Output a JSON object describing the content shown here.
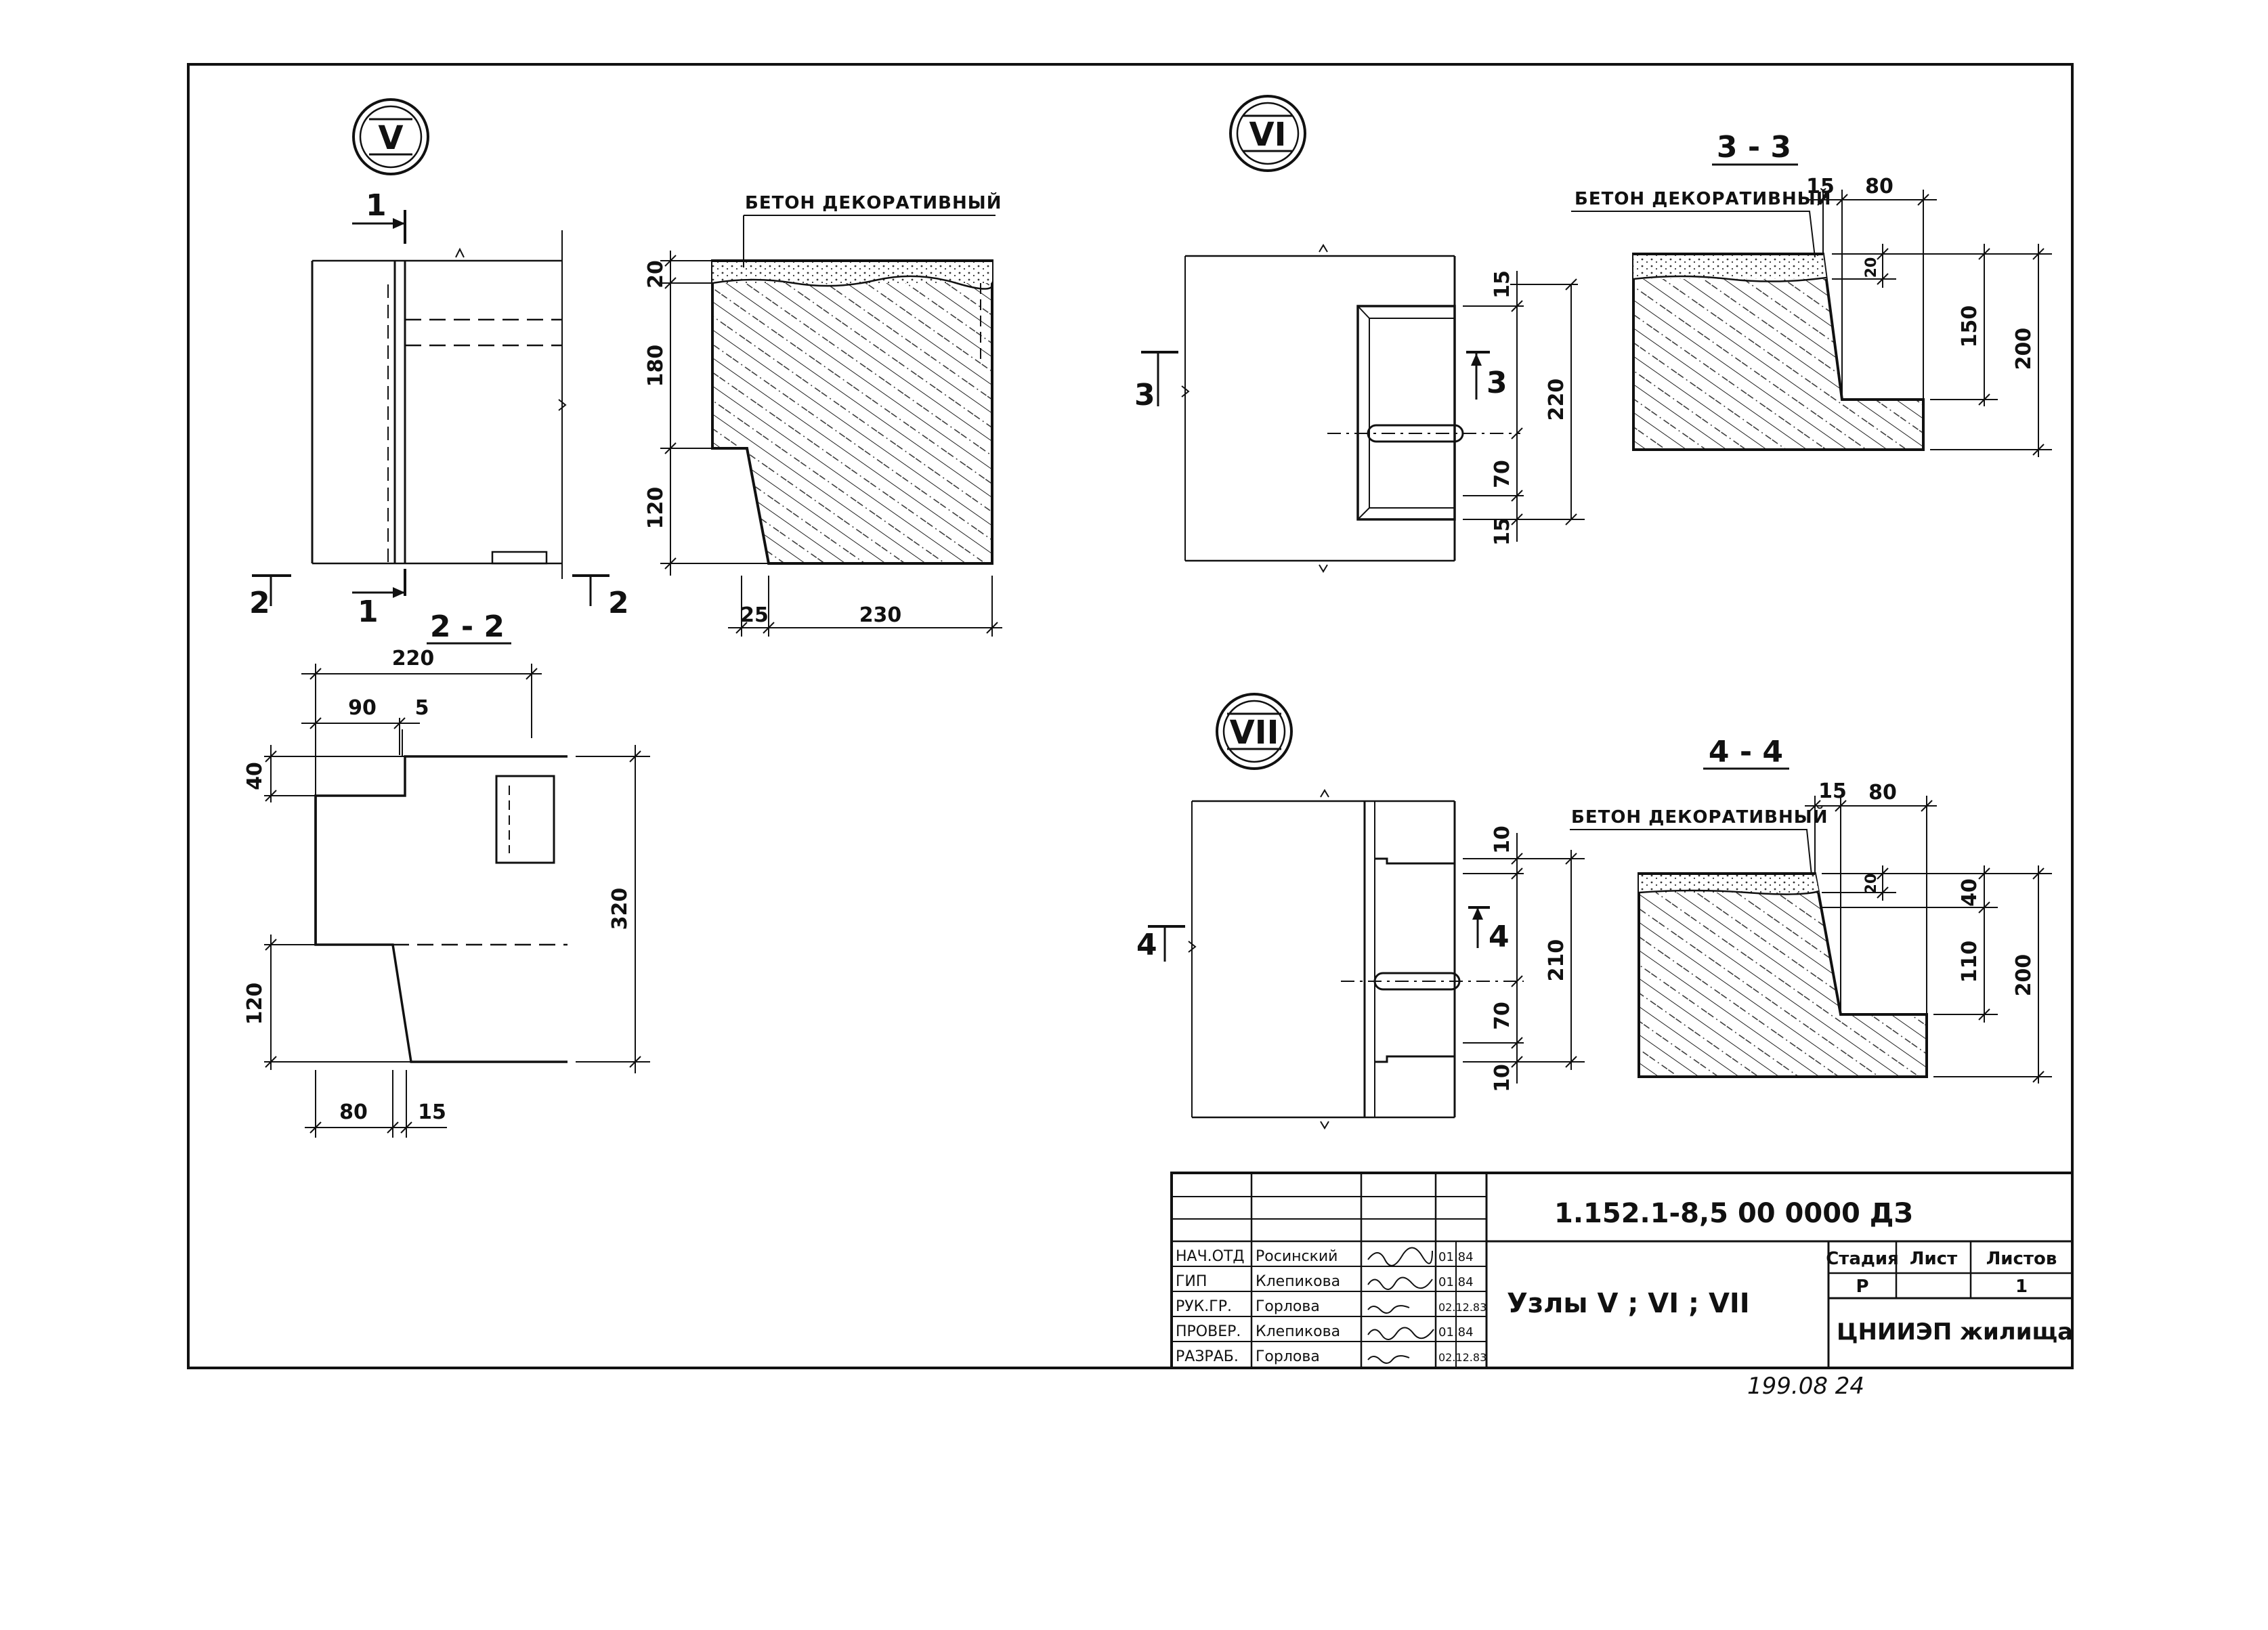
{
  "nodes": {
    "v": {
      "label": "V"
    },
    "vi": {
      "label": "VI"
    },
    "vii": {
      "label": "VII"
    }
  },
  "labels": {
    "decor1": "БЕТОН ДЕКОРАТИВНЫЙ",
    "decor2": "БЕТОН ДЕКОРАТИВНЫЙ",
    "decor3": "БЕТОН ДЕКОРАТИВНЫЙ"
  },
  "sections": {
    "s22": "2 - 2",
    "s33": "3 - 3",
    "s44": "4 - 4"
  },
  "cut_marks": {
    "c1_top": "1",
    "c1_bot": "1",
    "c2_left": "2",
    "c2_right": "2",
    "c3_left": "3",
    "c3_right": "3",
    "c4_left": "4",
    "c4_right": "4"
  },
  "dims_v_profile": {
    "d20": "20",
    "d180": "180",
    "d120": "120",
    "d25": "25",
    "d230": "230"
  },
  "dims_22": {
    "d220": "220",
    "d90": "90",
    "d5": "5",
    "d40": "40",
    "d320": "320",
    "d120": "120",
    "d80": "80",
    "d15": "15"
  },
  "dims_vi_plan": {
    "d15a": "15",
    "d220": "220",
    "d70": "70",
    "d15b": "15"
  },
  "dims_33": {
    "d15": "15",
    "d80": "80",
    "d20": "20",
    "d150": "150",
    "d200": "200"
  },
  "dims_vii_plan": {
    "d10a": "10",
    "d210": "210",
    "d70": "70",
    "d10b": "10"
  },
  "dims_44": {
    "d15": "15",
    "d80": "80",
    "d20": "20",
    "d40": "40",
    "d110": "110",
    "d200": "200"
  },
  "title_block": {
    "doc_code": "1.152.1-8,5 00 0000 ДЗ",
    "title": "Узлы V ; VI ; VII",
    "org": "ЦНИИЭП жилища",
    "stage_header": "Стадия",
    "sheet_header": "Лист",
    "sheets_header": "Листов",
    "stage": "Р",
    "sheet": "",
    "sheets": "1",
    "rows": [
      {
        "role": "НАЧ.ОТД",
        "name": "Росинский",
        "date": "01.84"
      },
      {
        "role": "ГИП",
        "name": "Клепикова",
        "date": "01.84"
      },
      {
        "role": "РУК.ГР.",
        "name": "Горлова",
        "date": "02.12.83"
      },
      {
        "role": "ПРОВЕР.",
        "name": "Клепикова",
        "date": "01.84"
      },
      {
        "role": "РАЗРАБ.",
        "name": "Горлова",
        "date": "02.12.83"
      }
    ]
  },
  "footer_note": "199.08 24"
}
